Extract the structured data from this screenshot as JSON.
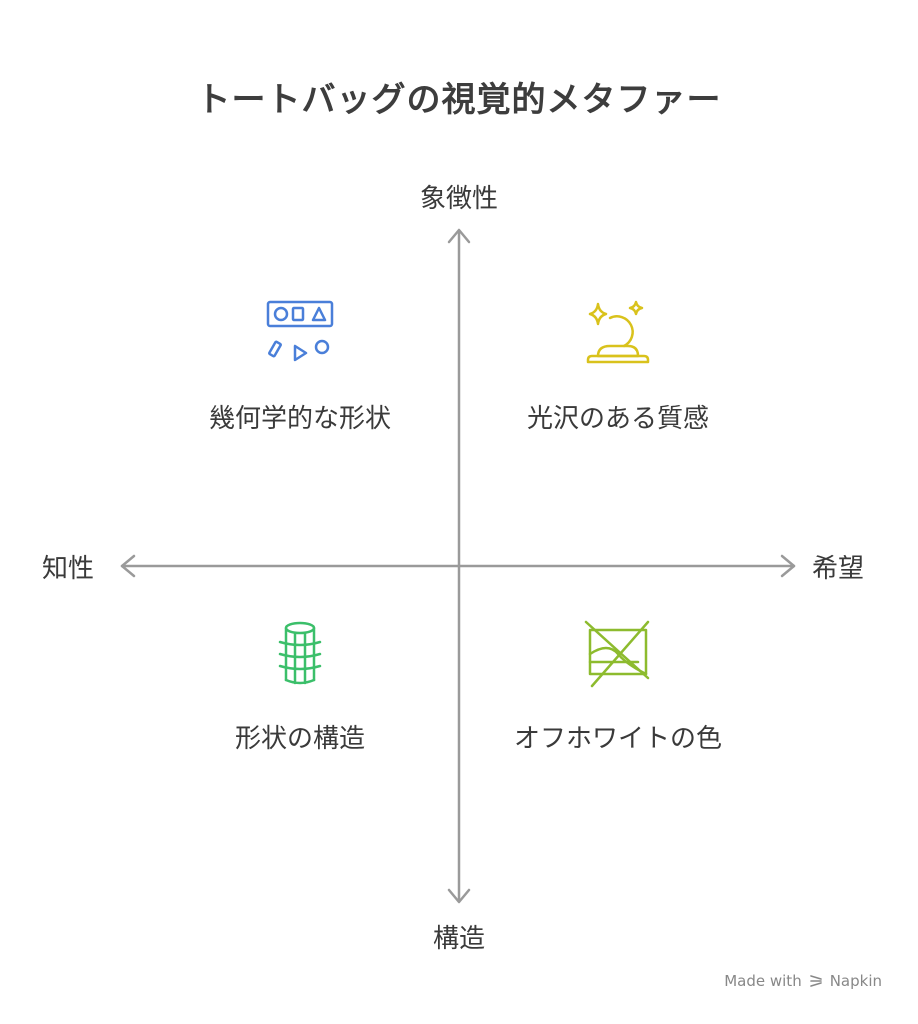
{
  "title": "トートバッグの視覚的メタファー",
  "axes": {
    "top": "象徴性",
    "bottom": "構造",
    "left": "知性",
    "right": "希望"
  },
  "quadrants": {
    "top_left": {
      "label": "幾何学的な形状",
      "icon": "geometric-shapes-icon",
      "color": "#4a7fd9"
    },
    "top_right": {
      "label": "光沢のある質感",
      "icon": "sparkle-meditation-icon",
      "color": "#d9c21c"
    },
    "bottom_left": {
      "label": "形状の構造",
      "icon": "cylinder-grid-icon",
      "color": "#3bbf6a"
    },
    "bottom_right": {
      "label": "オフホワイトの色",
      "icon": "crossed-image-icon",
      "color": "#8dbb2e"
    }
  },
  "footer": {
    "text": "Made with",
    "brand": "Napkin"
  },
  "colors": {
    "axis": "#9a9a9a",
    "text": "#3a3a3a"
  }
}
